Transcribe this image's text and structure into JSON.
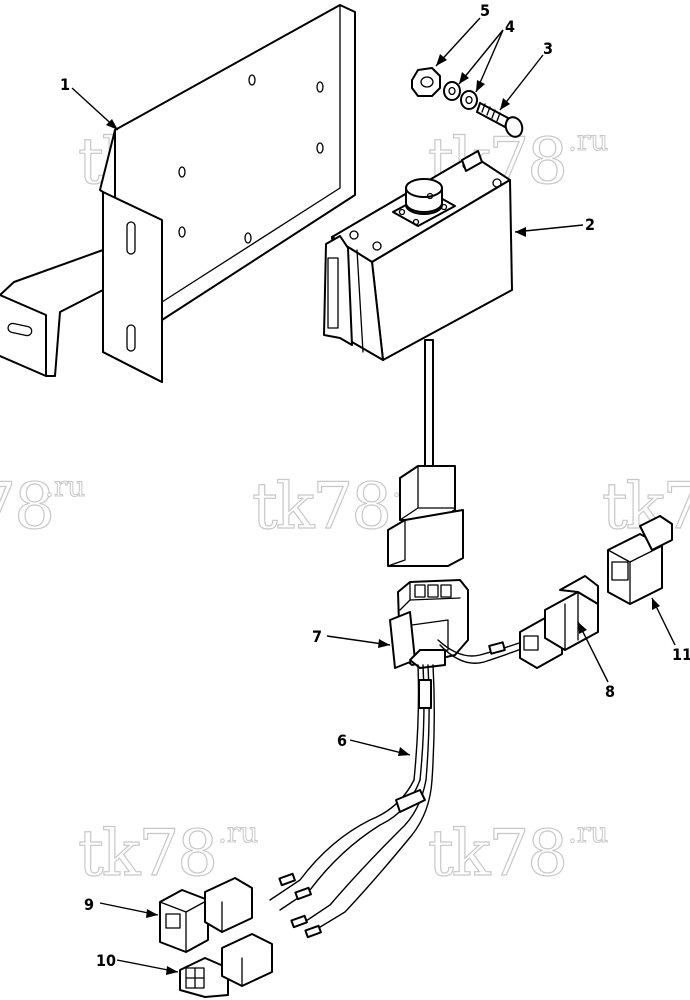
{
  "watermark": {
    "main": "tk78",
    "suffix": ".ru"
  },
  "callouts": [
    {
      "id": "1",
      "label": "1"
    },
    {
      "id": "2",
      "label": "2"
    },
    {
      "id": "3",
      "label": "3"
    },
    {
      "id": "4",
      "label": "4"
    },
    {
      "id": "5",
      "label": "5"
    },
    {
      "id": "6",
      "label": "6"
    },
    {
      "id": "7",
      "label": "7"
    },
    {
      "id": "8",
      "label": "8"
    },
    {
      "id": "9",
      "label": "9"
    },
    {
      "id": "10",
      "label": "10"
    },
    {
      "id": "11",
      "label": "11"
    }
  ]
}
